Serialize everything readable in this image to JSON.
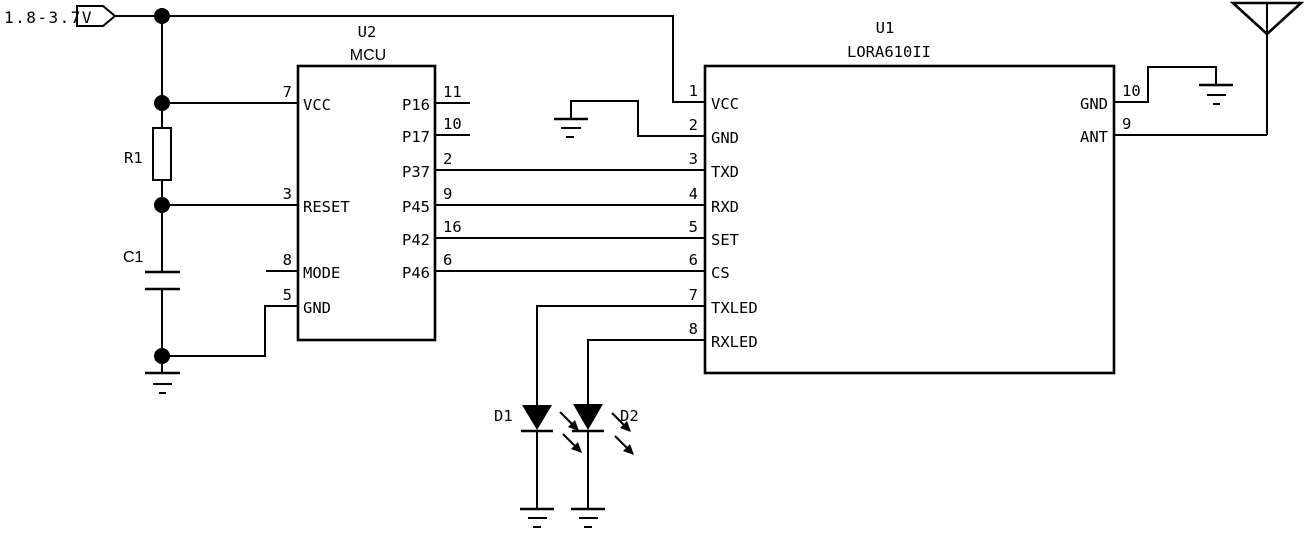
{
  "colors": {
    "line": "#000000",
    "background": "#ffffff"
  },
  "power_source": {
    "label": "1.8-3.7V"
  },
  "components": {
    "r1": {
      "ref": "R1"
    },
    "c1": {
      "ref": "C1"
    },
    "d1": {
      "ref": "D1"
    },
    "d2": {
      "ref": "D2"
    },
    "u2": {
      "ref": "U2",
      "name": "MCU",
      "pins_left": [
        {
          "num": "7",
          "name": "VCC"
        },
        {
          "num": "3",
          "name": "RESET"
        },
        {
          "num": "8",
          "name": "MODE"
        },
        {
          "num": "5",
          "name": "GND"
        }
      ],
      "pins_right": [
        {
          "num": "11",
          "name": "P16"
        },
        {
          "num": "10",
          "name": "P17"
        },
        {
          "num": "2",
          "name": "P37"
        },
        {
          "num": "9",
          "name": "P45"
        },
        {
          "num": "16",
          "name": "P42"
        },
        {
          "num": "6",
          "name": "P46"
        }
      ]
    },
    "u1": {
      "ref": "U1",
      "name": "LORA610II",
      "pins_left": [
        {
          "num": "1",
          "name": "VCC"
        },
        {
          "num": "2",
          "name": "GND"
        },
        {
          "num": "3",
          "name": "TXD"
        },
        {
          "num": "4",
          "name": "RXD"
        },
        {
          "num": "5",
          "name": "SET"
        },
        {
          "num": "6",
          "name": "CS"
        },
        {
          "num": "7",
          "name": "TXLED"
        },
        {
          "num": "8",
          "name": "RXLED"
        }
      ],
      "pins_right": [
        {
          "num": "10",
          "name": "GND"
        },
        {
          "num": "9",
          "name": "ANT"
        }
      ]
    }
  },
  "symbols": {
    "power_flag": "power-flag-symbol",
    "ground": "ground-symbol",
    "antenna": "antenna-symbol",
    "junction": "junction-dot",
    "led": "led-symbol",
    "led_arrows": "light-emission-arrows"
  }
}
